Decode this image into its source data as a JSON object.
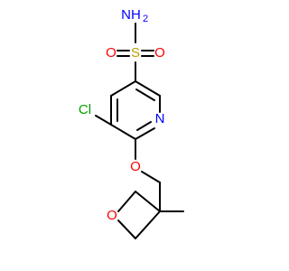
{
  "molecule": {
    "atoms": {
      "sulfonamide_n": {
        "text": "NH",
        "subscript": "2",
        "color": "#0000ff"
      },
      "sulfur": {
        "text": "S",
        "color": "#b8a000"
      },
      "sulfonyl_o_left": {
        "text": "O",
        "color": "#ff0000"
      },
      "sulfonyl_o_right": {
        "text": "O",
        "color": "#ff0000"
      },
      "ring_n": {
        "text": "N",
        "color": "#0000ff"
      },
      "chlorine": {
        "text": "Cl",
        "color": "#00a000"
      },
      "ether_o": {
        "text": "O",
        "color": "#ff0000"
      },
      "oxetane_o": {
        "text": "O",
        "color": "#ff0000"
      }
    },
    "bond_color": "#000000"
  }
}
